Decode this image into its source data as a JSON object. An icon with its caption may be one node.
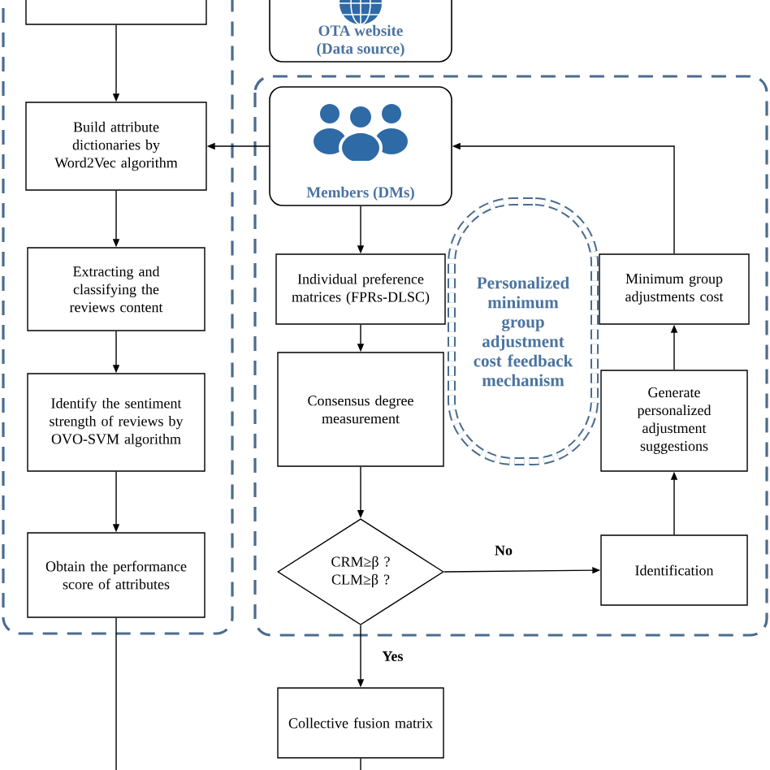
{
  "diagram": {
    "nodes": [
      {
        "text": [],
        "shape": "box"
      },
      {
        "text": [
          "Build attribute dictionaries by Word2Vec algorithm"
        ]
      },
      {
        "text": [
          "Extracting and classifying the reviews content"
        ]
      },
      {
        "text": [
          "Identify the sentiment strength of reviews by OVO-SVM algorithm"
        ]
      },
      {
        "text": [
          "Obtain the performance score of attributes"
        ]
      },
      {
        "text": [
          "OTA website (Data source)"
        ]
      },
      {
        "text": [
          "Members (DMs)"
        ]
      },
      {
        "text": [
          "Individual preference matrices (FPRs-DLSC)"
        ]
      },
      {
        "text": [
          "Consensus degree measurement"
        ]
      },
      {
        "text": [
          "CRM≥β ? CLM≥β ?"
        ]
      },
      {
        "text": [
          "Collective fusion matrix"
        ]
      },
      {
        "text": [
          "Personalized minimum group adjustment cost feedback mechanism"
        ]
      },
      {
        "text": [
          "Minimum group adjustments cost"
        ]
      },
      {
        "text": [
          "Generate personalized adjustment suggestions"
        ]
      },
      {
        "text": [
          "Identification"
        ]
      }
    ],
    "edges": [
      {
        "from": 0,
        "to": 1,
        "arrow": "to"
      },
      {
        "from": 1,
        "to": 2,
        "arrow": "to"
      },
      {
        "from": 2,
        "to": 3,
        "arrow": "to"
      },
      {
        "from": 3,
        "to": 4,
        "arrow": "to"
      },
      {
        "from": 4,
        "to": null,
        "arrow": "none"
      },
      {
        "from": 6,
        "to": 1,
        "arrow": "to"
      },
      {
        "from": 6,
        "to": 7,
        "arrow": "to"
      },
      {
        "from": 7,
        "to": 8,
        "arrow": "to"
      },
      {
        "from": 8,
        "to": 9,
        "arrow": "to"
      },
      {
        "from": 9,
        "to": 14,
        "arrow": "to",
        "label": "No"
      },
      {
        "from": 9,
        "to": 10,
        "arrow": "to",
        "label": "Yes"
      },
      {
        "from": 14,
        "to": 13,
        "arrow": "to"
      },
      {
        "from": 13,
        "to": 12,
        "arrow": "to"
      },
      {
        "from": 12,
        "to": 6,
        "arrow": "to"
      },
      {
        "from": 10,
        "to": null,
        "arrow": "none"
      }
    ]
  }
}
